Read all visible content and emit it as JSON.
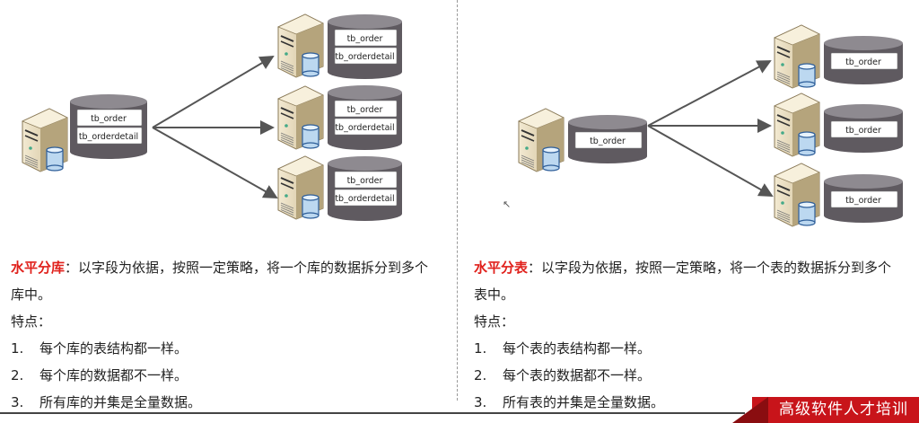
{
  "diagram_left": {
    "source": [
      "tb_order",
      "tb_orderdetail"
    ],
    "targets": [
      [
        "tb_order",
        "tb_orderdetail"
      ],
      [
        "tb_order",
        "tb_orderdetail"
      ],
      [
        "tb_order",
        "tb_orderdetail"
      ]
    ]
  },
  "diagram_right": {
    "source": [
      "tb_order"
    ],
    "targets": [
      [
        "tb_order"
      ],
      [
        "tb_order"
      ],
      [
        "tb_order"
      ]
    ]
  },
  "left_text": {
    "term": "水平分库",
    "definition": "：以字段为依据，按照一定策略，将一个库的数据拆分到多个库中。",
    "features_title": "特点：",
    "features": [
      {
        "num": "1.",
        "text": "每个库的表结构都一样。"
      },
      {
        "num": "2.",
        "text": "每个库的数据都不一样。"
      },
      {
        "num": "3.",
        "text": "所有库的并集是全量数据。"
      }
    ]
  },
  "right_text": {
    "term": "水平分表",
    "definition": "：以字段为依据，按照一定策略，将一个表的数据拆分到多个表中。",
    "features_title": "特点：",
    "features": [
      {
        "num": "1.",
        "text": "每个表的表结构都一样。"
      },
      {
        "num": "2.",
        "text": "每个表的数据都不一样。"
      },
      {
        "num": "3.",
        "text": "所有表的并集是全量数据。"
      }
    ]
  },
  "banner": "高级软件人才培训",
  "colors": {
    "accent": "#e0201b",
    "banner": "#c8141a",
    "cylinder": "#5f5a60",
    "server": "#e8dcc0"
  }
}
